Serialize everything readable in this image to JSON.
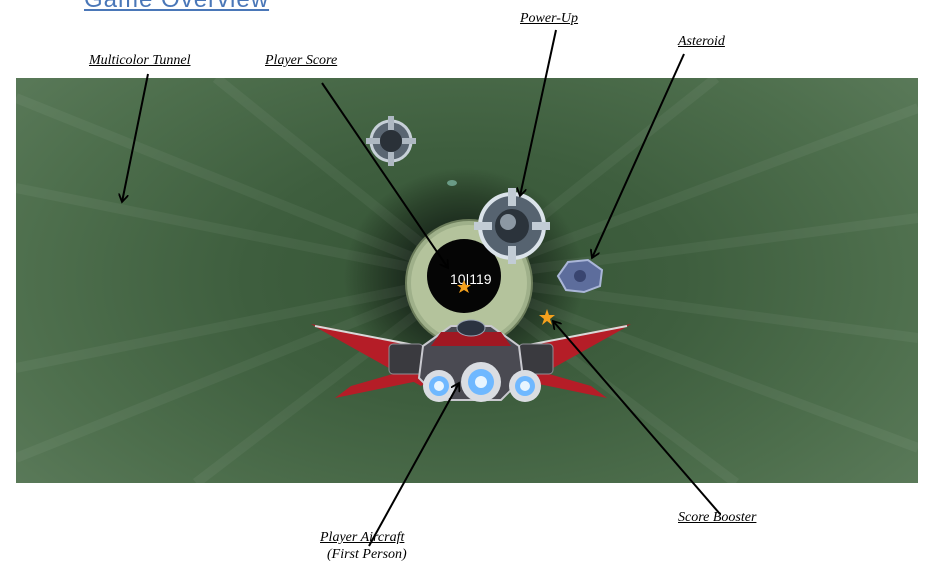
{
  "heading": "Game Overview",
  "hud": {
    "score": "10|119"
  },
  "annotations": {
    "tunnel": "Multicolor Tunnel",
    "score": "Player Score",
    "powerup": "Power-Up",
    "asteroid": "Asteroid",
    "booster": "Score Booster",
    "aircraft": "Player Aircraft",
    "aircraft_note": "(First Person)"
  },
  "colors": {
    "tunnel": "#4e6f4d",
    "aircraft_accent": "#c0202a",
    "engine_glow": "#6fb8ff",
    "booster": "#f5a11d"
  }
}
